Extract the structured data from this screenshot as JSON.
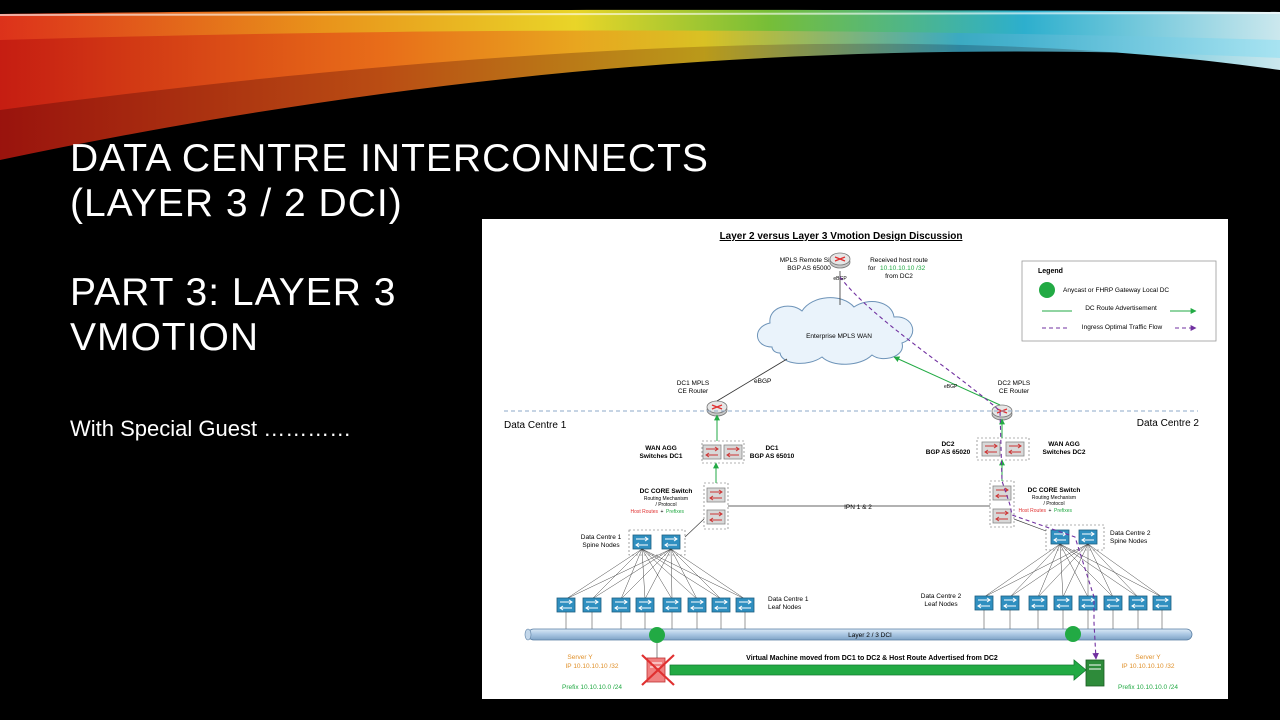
{
  "slide": {
    "title_line1": "DATA CENTRE INTERCONNECTS",
    "title_line2": "(LAYER 3 / 2 DCI)",
    "part_line1": "PART 3: LAYER 3",
    "part_line2": "VMOTION",
    "guest": "With Special Guest …………"
  },
  "diagram": {
    "title": "Layer 2 versus Layer 3 Vmotion Design Discussion",
    "mpls_sites": [
      "MPLS Remote Sites",
      "BGP AS 65000"
    ],
    "received_route": [
      "Received host route",
      "for",
      "10.10.10.10 /32",
      "from DC2"
    ],
    "ebgp_top": "eBGP",
    "cloud_label": "Enterprise MPLS WAN",
    "ebgp_left": "eBGP",
    "ebgp_right": "eBGP",
    "dc1_ce": [
      "DC1 MPLS",
      "CE Router"
    ],
    "dc2_ce": [
      "DC2 MPLS",
      "CE Router"
    ],
    "dc1_label": "Data Centre 1",
    "dc2_label": "Data Centre 2",
    "wan_agg_dc1": [
      "WAN AGG",
      "Switches DC1"
    ],
    "wan_agg_dc2": [
      "WAN AGG",
      "Switches DC2"
    ],
    "dc1_bgp": [
      "DC1",
      "BGP AS 65010"
    ],
    "dc2_bgp": [
      "DC2",
      "BGP AS 65020"
    ],
    "core_dc1": [
      "DC CORE Switch",
      "Routing Mechanism",
      "/ Protocol",
      "Host Routes",
      "+",
      "Prefixes"
    ],
    "core_dc2": [
      "DC CORE Switch",
      "Routing Mechanism",
      "/ Protocol",
      "Host Routes",
      "+",
      "Prefixes"
    ],
    "ipn": "IPN 1 & 2",
    "spine_dc1": [
      "Data Centre 1",
      "Spine Nodes"
    ],
    "spine_dc2": [
      "Data Centre 2",
      "Spine Nodes"
    ],
    "leaf_dc1": [
      "Data Centre 1",
      "Leaf Nodes"
    ],
    "leaf_dc2": [
      "Data Centre 2",
      "Leaf Nodes"
    ],
    "dci_bar": "Layer 2 / 3 DCI",
    "server_left": [
      "Server Y",
      "IP 10.10.10.10 /32",
      "Prefix 10.10.10.0 /24"
    ],
    "server_right": [
      "Server Y",
      "IP 10.10.10.10 /32",
      "Prefix 10.10.10.0 /24"
    ],
    "vm_moved": "Virtual Machine moved from DC1 to DC2 & Host Route Advertised from DC2",
    "legend": {
      "title": "Legend",
      "items": [
        "Anycast or FHRP Gateway Local DC",
        "DC Route Advertisement",
        "Ingress Optimal Traffic Flow"
      ]
    },
    "colors": {
      "green": "#22aa44",
      "purple": "#7030a0",
      "switch_blue": "#2f8fc0",
      "router_red": "#e03030",
      "orange": "#e0902a",
      "dci_bar": "#b9d3ea"
    }
  }
}
